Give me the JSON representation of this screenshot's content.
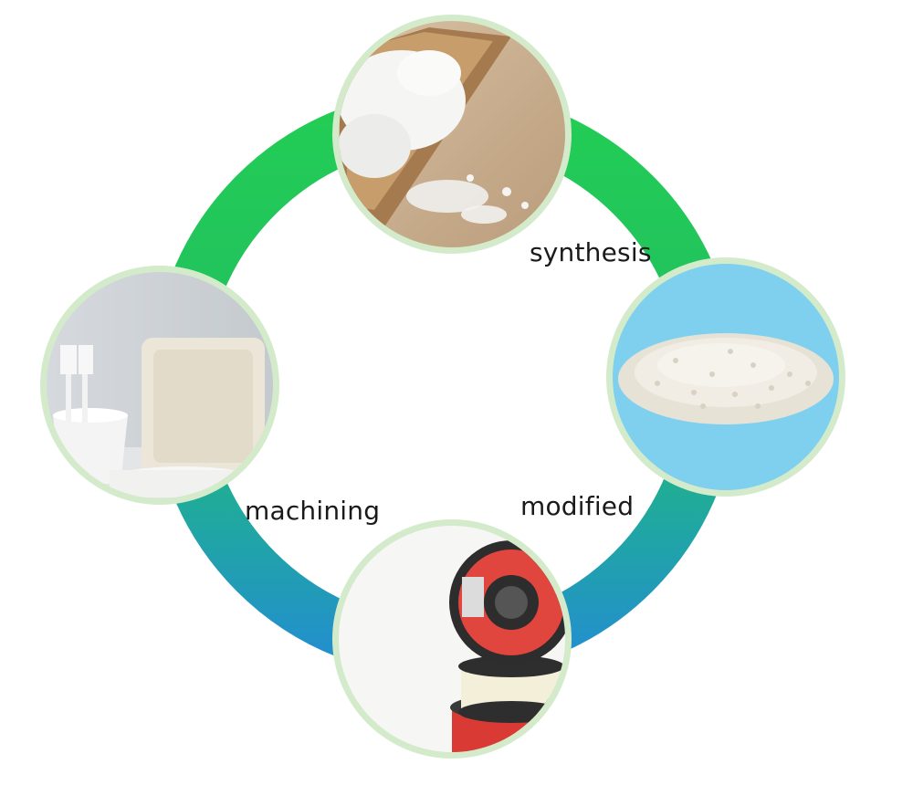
{
  "labels": {
    "synthesis": "synthesis",
    "modified": "modified",
    "machining": "machining"
  },
  "nodes": [
    {
      "id": "raw-material",
      "icon": "white-powder-in-wooden-tray-icon"
    },
    {
      "id": "pellets",
      "icon": "white-pellets-on-blue-icon"
    },
    {
      "id": "filament",
      "icon": "3d-printer-filament-spools-icon"
    },
    {
      "id": "products",
      "icon": "tableware-plates-cups-forks-icon"
    }
  ],
  "colors": {
    "ring_top": "#22cc55",
    "ring_bottom": "#2290cc",
    "node_border": "#d4ebcb",
    "text": "#1a1a1a"
  }
}
